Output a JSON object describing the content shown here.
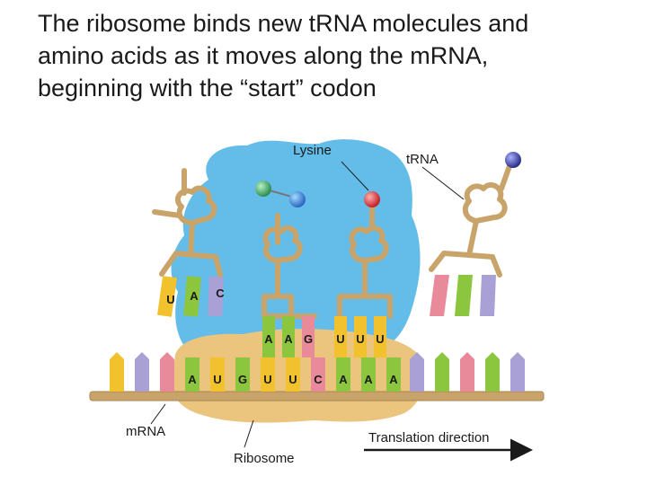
{
  "title": {
    "line1": "The ribosome binds new tRNA molecules and",
    "line2": "amino acids as it moves along the mRNA,",
    "line3": "beginning with the “start” codon"
  },
  "labels": {
    "lysine": "Lysine",
    "trna": "tRNA",
    "mrna": "mRNA",
    "ribosome": "Ribosome",
    "direction": "Translation direction"
  },
  "anticodons": {
    "left": [
      "U",
      "A",
      "C"
    ],
    "middle": [
      "A",
      "A",
      "G"
    ],
    "right": [
      "U",
      "U",
      "U"
    ]
  },
  "codons": [
    "A",
    "U",
    "G",
    "U",
    "U",
    "C",
    "A",
    "A",
    "A"
  ],
  "colors": {
    "ribosome_large": "#5fb7e3",
    "ribosome_small": "#e8c27a",
    "trna": "#c9a46a",
    "mrna_backbone": "#c9a46a",
    "base_yellow": "#f2c22e",
    "base_green": "#8cc63f",
    "base_pink": "#e98a9a",
    "base_purple": "#a9a1d6",
    "amino_green": "#4caf6a",
    "amino_blue": "#2f7fd6",
    "amino_red": "#d8353c",
    "amino_navy": "#3a3f9e"
  }
}
